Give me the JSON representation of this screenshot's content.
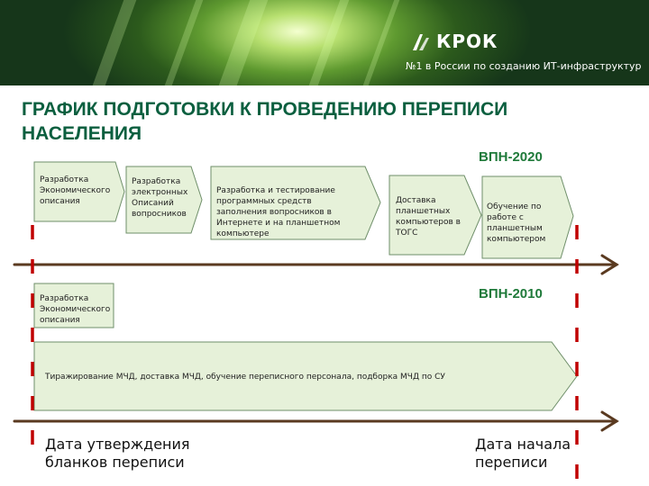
{
  "header": {
    "logo_name": "КРОК",
    "logo_slogan": "№1 в России по созданию ИТ-инфраструктур"
  },
  "title": "ГРАФИК ПОДГОТОВКИ К ПРОВЕДЕНИЮ ПЕРЕПИСИ НАСЕЛЕНИЯ",
  "vpn2020": {
    "label": "ВПН-2020",
    "stages": [
      "Разработка Экономического описания",
      "Разработка электронных Описаний вопросников",
      "Разработка и тестирование программных средств заполнения вопросников в Интернете и на планшетном компьютере",
      "Доставка планшетных компьютеров в ТОГС",
      "Обучение по работе с планшетным компьютером"
    ]
  },
  "vpn2010": {
    "label": "ВПН-2010",
    "stages": [
      "Разработка Экономического описания",
      "Тиражирование МЧД, доставка МЧД, обучение переписного персонала, подборка МЧД по СУ"
    ]
  },
  "milestones": {
    "left": "Дата утверждения бланков переписи",
    "right": "Дата начала переписи"
  },
  "colors": {
    "title": "#0b5f3f",
    "stage_fill": "#e6f1d9",
    "arrow": "#5a3a20",
    "milestone": "#c00000"
  }
}
